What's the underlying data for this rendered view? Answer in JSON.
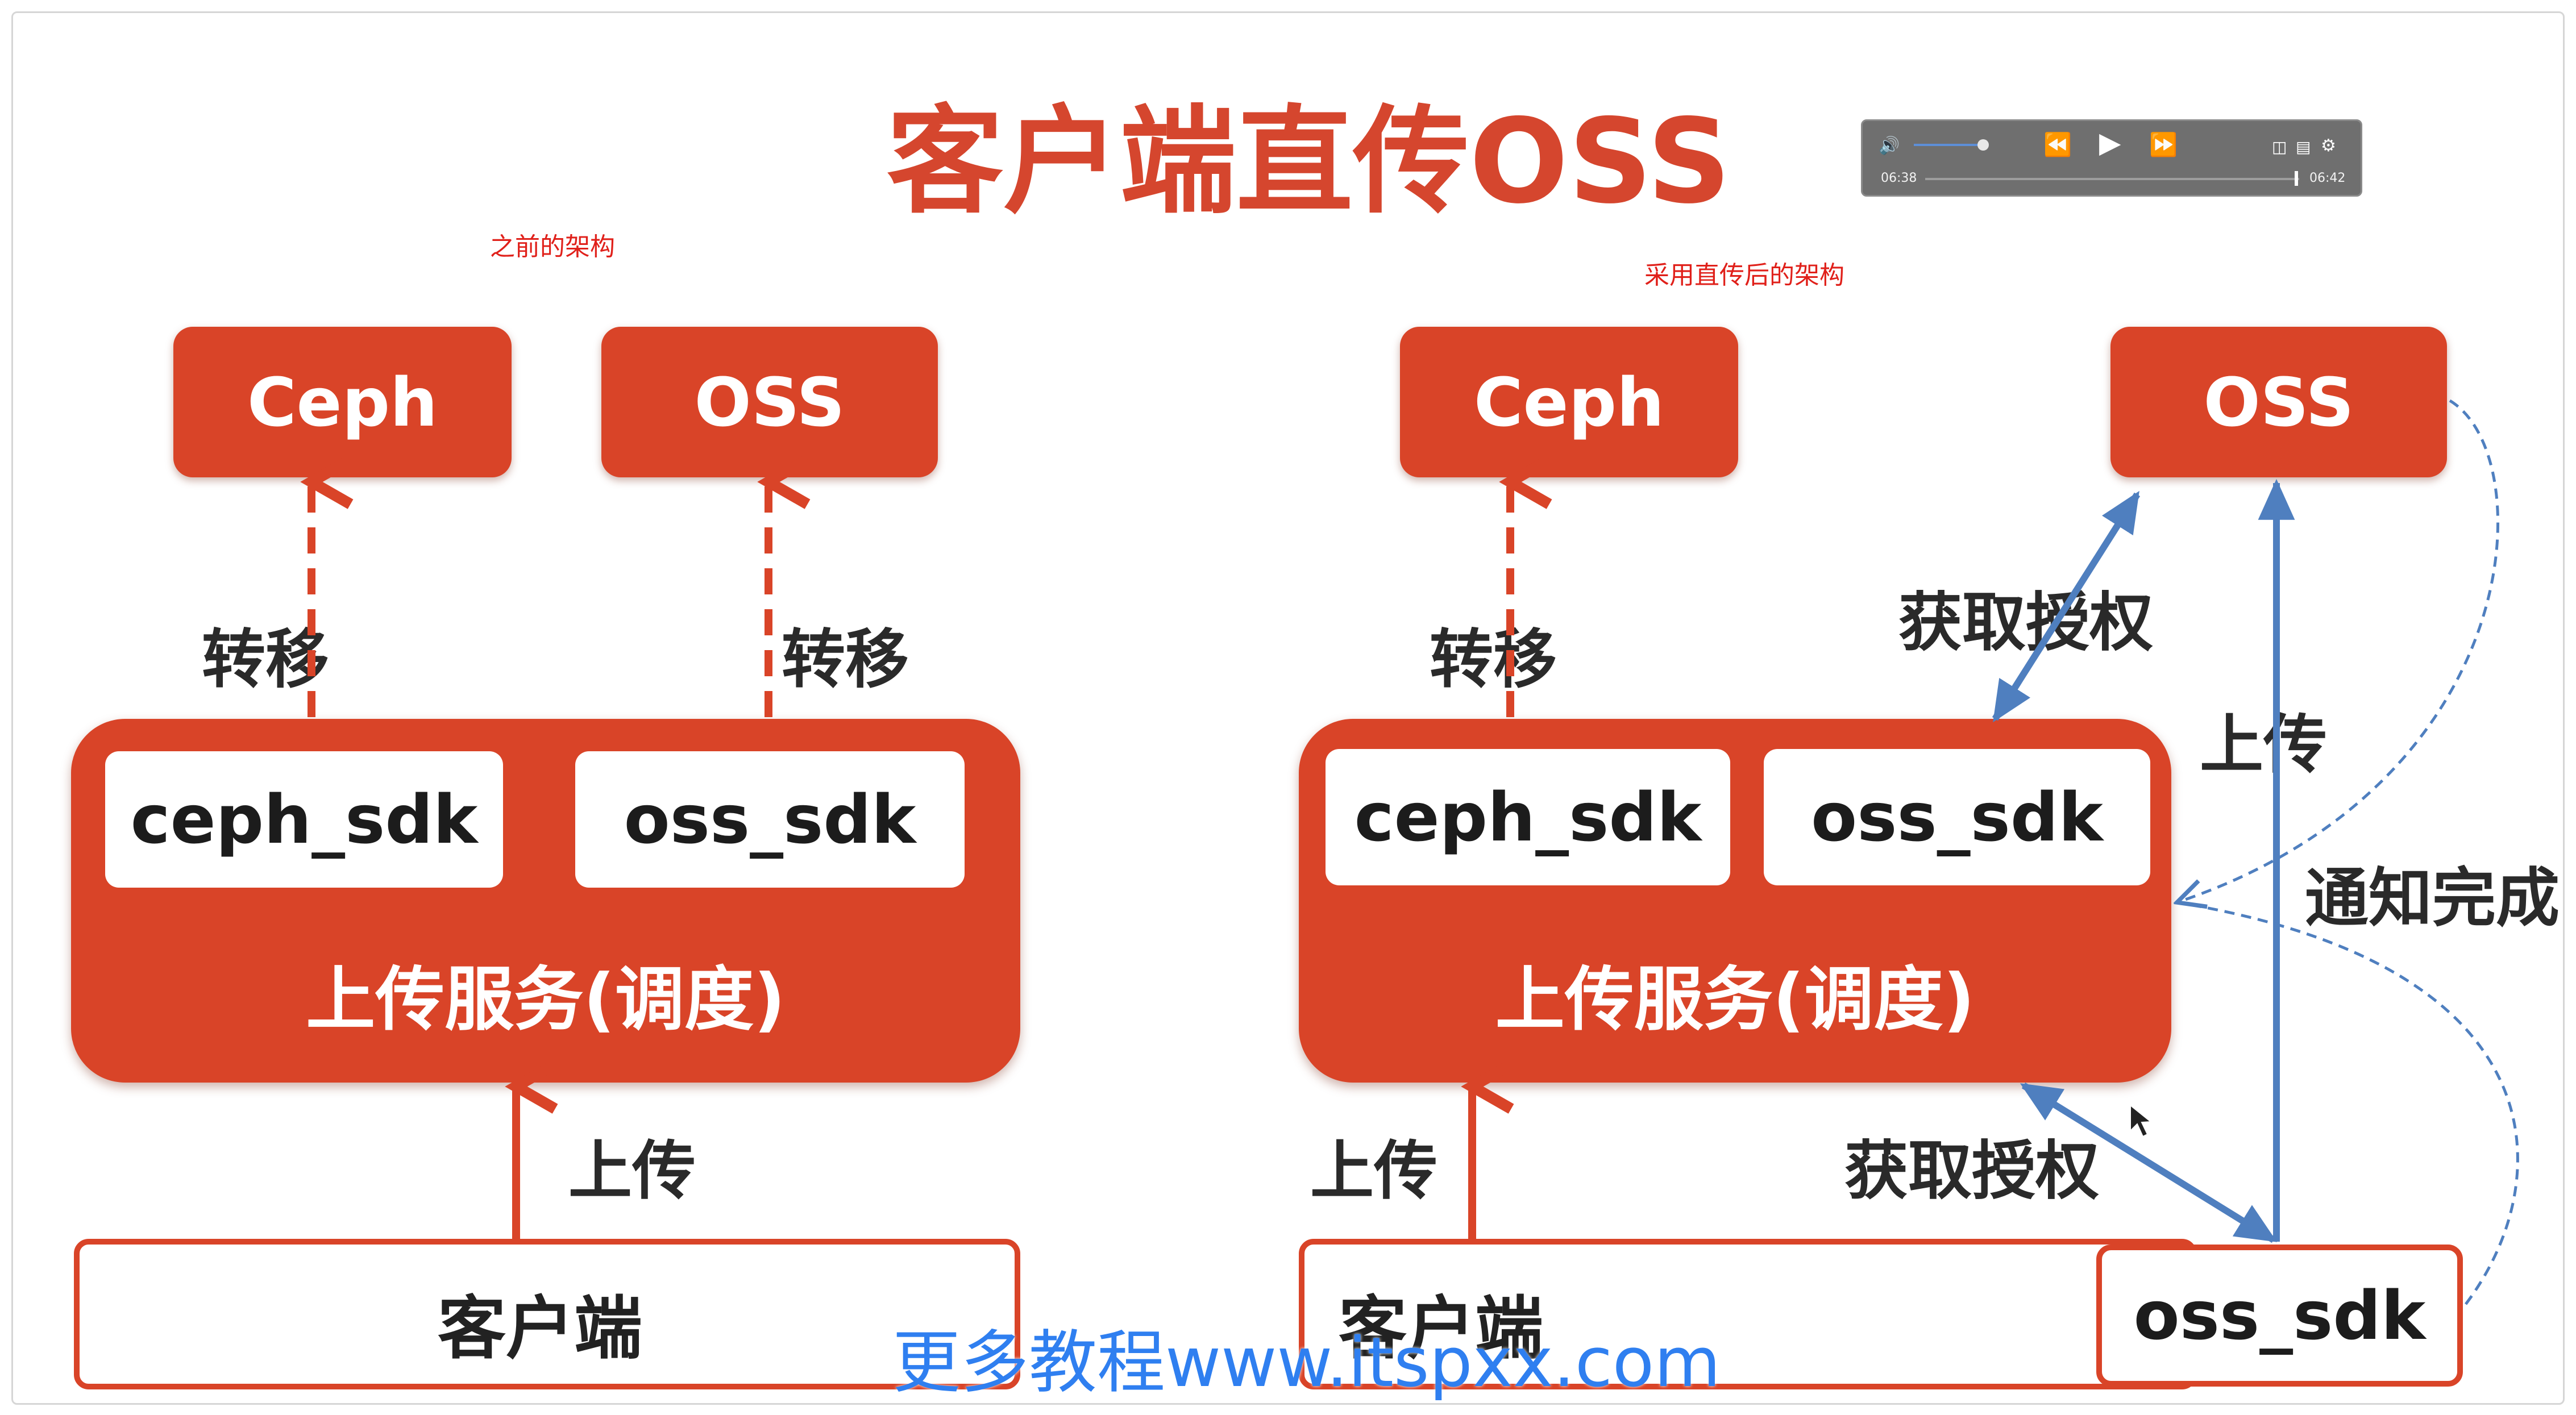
{
  "title": "客户端直传OSS",
  "left": {
    "caption": "之前的架构",
    "storage_a": "Ceph",
    "storage_b": "OSS",
    "transfer_a": "转移",
    "transfer_b": "转移",
    "sdk_a": "ceph_sdk",
    "sdk_b": "oss_sdk",
    "service": "上传服务(调度)",
    "upload": "上传",
    "client": "客户端"
  },
  "right": {
    "caption": "采用直传后的架构",
    "storage_a": "Ceph",
    "storage_b": "OSS",
    "transfer": "转移",
    "auth_top": "获取授权",
    "upload_oss": "上传",
    "notify": "通知完成",
    "sdk_a": "ceph_sdk",
    "sdk_b": "oss_sdk",
    "service": "上传服务(调度)",
    "upload": "上传",
    "auth_bottom": "获取授权",
    "client": "客户端",
    "client_sdk": "oss_sdk"
  },
  "player": {
    "time_current": "06:38",
    "time_total": "06:42",
    "volume_icon": "volume-icon",
    "rewind_icon": "rewind-icon",
    "play_icon": "play-icon",
    "forward_icon": "fast-forward-icon",
    "pip_icon": "picture-in-picture-icon",
    "subtitles_icon": "subtitles-icon",
    "settings_icon": "gear-icon"
  },
  "watermark": "更多教程www.itspxx.com",
  "colors": {
    "brand_red": "#d94428",
    "arrow_blue": "#4f7fbf",
    "note_red": "#e0201a",
    "watermark_blue": "#2f7ff0"
  }
}
